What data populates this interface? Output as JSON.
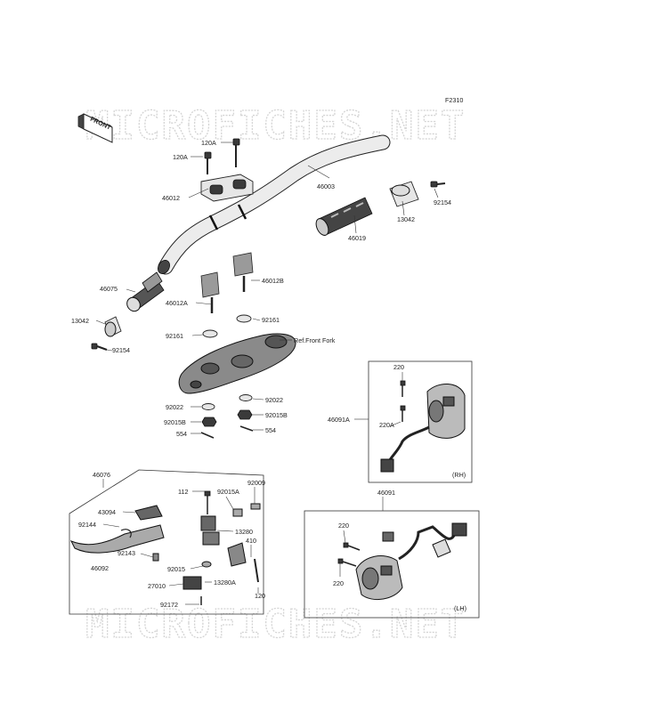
{
  "diagram": {
    "figure_code": "F2310",
    "front_tag": "FRONT",
    "watermark": "MICROFICHES.NET",
    "labels": {
      "p120A_a": "120A",
      "p120A_b": "120A",
      "p46003": "46003",
      "p92154_r": "92154",
      "p46012": "46012",
      "p13042_r": "13042",
      "p46019": "46019",
      "p46075": "46075",
      "p46012B": "46012B",
      "p46012A": "46012A",
      "p13042_l": "13042",
      "p92161_r": "92161",
      "p92161_l": "92161",
      "ref_front_fork": "Ref.Front Fork",
      "p92154_l": "92154",
      "p92022_l": "92022",
      "p92022_r": "92022",
      "p92015B_l": "92015B",
      "p92015B_r": "92015B",
      "p554_l": "554",
      "p554_r": "554",
      "p220_rh": "220",
      "p46091A": "46091A",
      "p220A_rh": "220A",
      "rh": "(RH)",
      "p46091": "46091",
      "p220_lh_a": "220",
      "p220_lh_b": "220",
      "lh": "(LH)",
      "p46076": "46076",
      "p112": "112",
      "p92015A": "92015A",
      "p92009": "92009",
      "p43094": "43094",
      "p92144": "92144",
      "p13280": "13280",
      "p410": "410",
      "p92143": "92143",
      "p46092": "46092",
      "p92015": "92015",
      "p27010": "27010",
      "p13280A": "13280A",
      "p120": "120",
      "p92172": "92172"
    }
  }
}
